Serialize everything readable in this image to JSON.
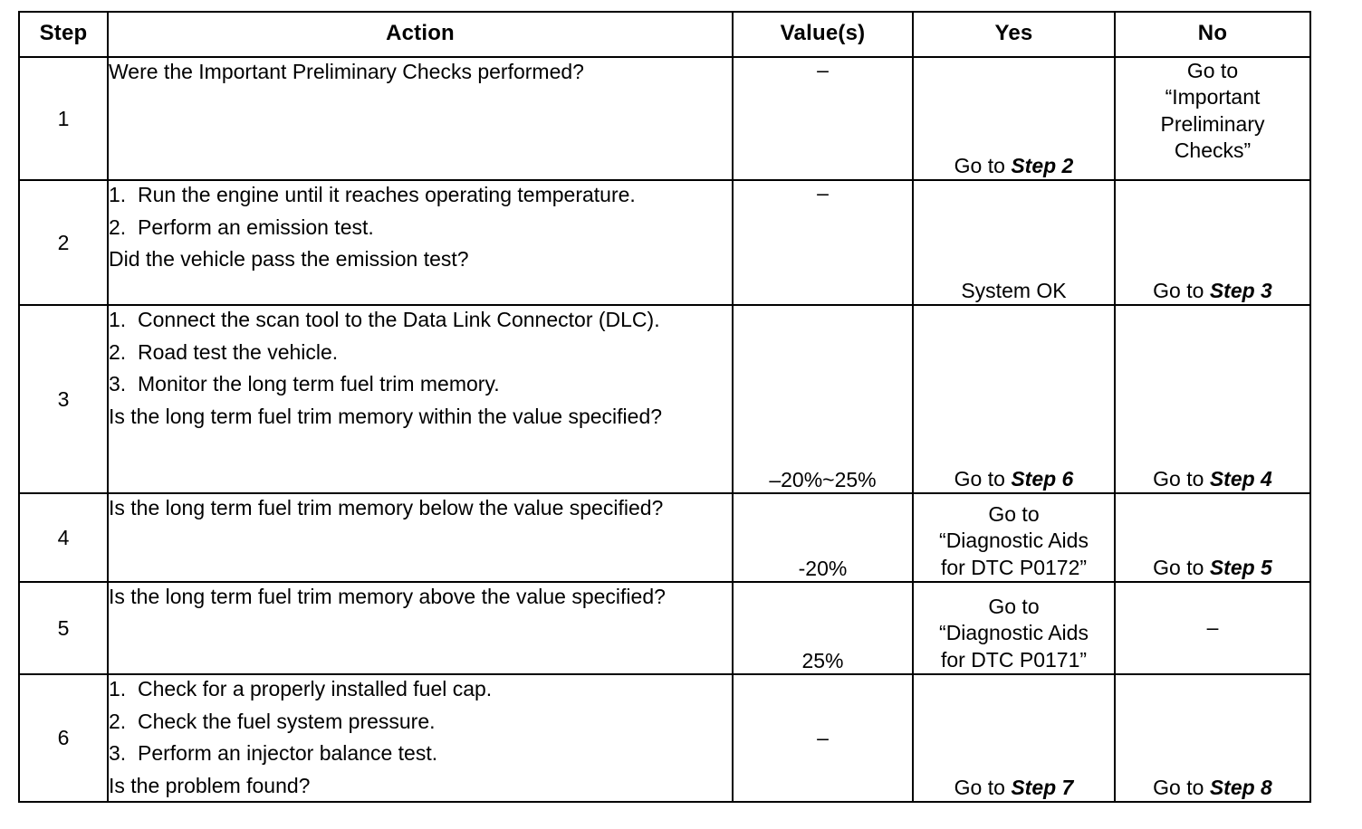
{
  "document": {
    "type": "diagnostic-flow-table",
    "columns": [
      "Step",
      "Action",
      "Value(s)",
      "Yes",
      "No"
    ]
  },
  "table": {
    "headers": {
      "step": "Step",
      "action": "Action",
      "value": "Value(s)",
      "yes": "Yes",
      "no": "No"
    },
    "rows": [
      {
        "step": "1",
        "action_lines": [
          "Were the Important Preliminary Checks performed?"
        ],
        "value": "–",
        "yes_prefix": "Go to ",
        "yes_ref": "Step 2",
        "no_lines": [
          "Go to",
          "“Important",
          "Preliminary",
          "Checks”"
        ]
      },
      {
        "step": "2",
        "numbered": [
          "Run the engine until it reaches operating temperature.",
          "Perform an emission test."
        ],
        "question": "Did the vehicle pass the emission test?",
        "value": "–",
        "yes_text": "System OK",
        "no_prefix": "Go to ",
        "no_ref": "Step 3"
      },
      {
        "step": "3",
        "numbered": [
          "Connect the scan tool to the Data Link Connector (DLC).",
          "Road test the vehicle.",
          "Monitor the long term fuel trim memory."
        ],
        "question": "Is the long term fuel trim memory within the value specified?",
        "value": "–20%~25%",
        "yes_prefix": "Go to ",
        "yes_ref": "Step 6",
        "no_prefix": "Go to ",
        "no_ref": "Step 4"
      },
      {
        "step": "4",
        "question": "Is the long term fuel trim memory below the value specified?",
        "value": "-20%",
        "yes_lines": [
          "Go to",
          "“Diagnostic Aids",
          "for DTC P0172”"
        ],
        "no_prefix": "Go to ",
        "no_ref": "Step 5"
      },
      {
        "step": "5",
        "question": "Is the long term fuel trim memory above the value specified?",
        "value": "25%",
        "yes_lines": [
          "Go to",
          "“Diagnostic Aids",
          "for DTC P0171”"
        ],
        "no_text": "–"
      },
      {
        "step": "6",
        "numbered": [
          "Check for a properly installed fuel cap.",
          "Check the fuel system pressure.",
          "Perform an injector balance test."
        ],
        "question": "Is the problem found?",
        "value": "–",
        "yes_prefix": "Go to ",
        "yes_ref": "Step 7",
        "no_prefix": "Go to ",
        "no_ref": "Step 8"
      }
    ],
    "list_markers": [
      "1.",
      "2.",
      "3."
    ]
  },
  "colors": {
    "border": "#000000",
    "text": "#000000",
    "background": "#ffffff"
  }
}
